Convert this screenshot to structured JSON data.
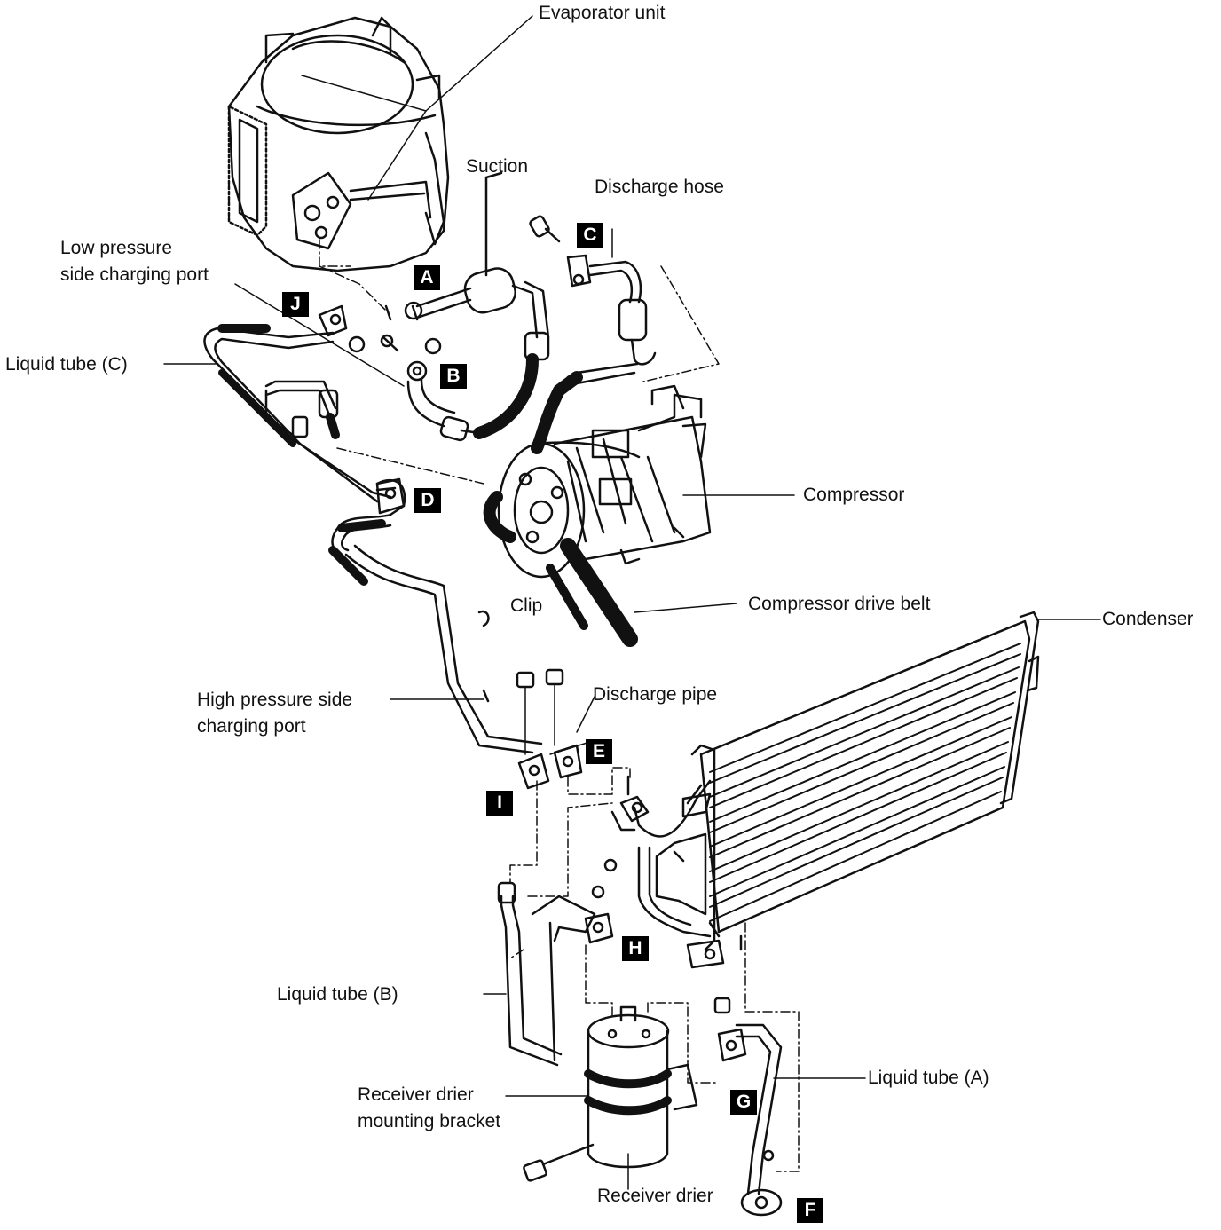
{
  "labels": {
    "evaporator_unit": "Evaporator unit",
    "suction": "Suction",
    "discharge_hose": "Discharge hose",
    "low_pressure_port": "Low pressure\nside charging port",
    "liquid_tube_c": "Liquid tube (C)",
    "compressor": "Compressor",
    "clip": "Clip",
    "compressor_drive_belt": "Compressor drive belt",
    "condenser": "Condenser",
    "high_pressure_port": "High pressure side\ncharging port",
    "discharge_pipe": "Discharge pipe",
    "liquid_tube_b": "Liquid tube (B)",
    "liquid_tube_a": "Liquid tube (A)",
    "receiver_drier_bracket": "Receiver drier\nmounting bracket",
    "receiver_drier": "Receiver drier"
  },
  "tags": {
    "A": "A",
    "B": "B",
    "C": "C",
    "D": "D",
    "E": "E",
    "F": "F",
    "G": "G",
    "H": "H",
    "I": "I",
    "J": "J"
  }
}
